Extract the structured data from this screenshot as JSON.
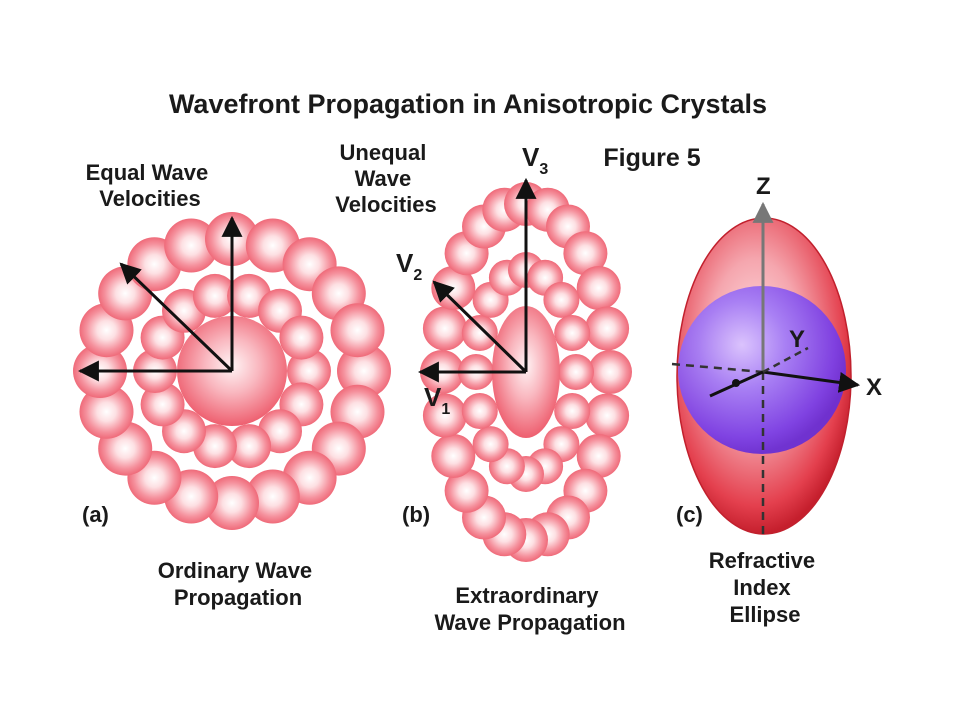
{
  "title": "Wavefront Propagation in Anisotropic Crystals",
  "figure_label": "Figure 5",
  "panel_a": {
    "tag": "(a)",
    "top_label": [
      "Equal Wave",
      "Velocities"
    ],
    "caption": [
      "Ordinary Wave",
      "Propagation"
    ]
  },
  "panel_b": {
    "tag": "(b)",
    "top_label": [
      "Unequal",
      "Wave",
      "Velocities"
    ],
    "caption": [
      "Extraordinary",
      "Wave Propagation"
    ],
    "vectors": [
      {
        "letter": "V",
        "sub": "1"
      },
      {
        "letter": "V",
        "sub": "2"
      },
      {
        "letter": "V",
        "sub": "3"
      }
    ]
  },
  "panel_c": {
    "tag": "(c)",
    "caption": [
      "Refractive",
      "Index",
      "Ellipse"
    ],
    "axes": {
      "x": "X",
      "y": "Y",
      "z": "Z"
    }
  },
  "colors": {
    "wave_pink": "#f27a88",
    "wave_core": "#f25a6a",
    "ellipsoid_red": "#e8323f",
    "sphere_purple": "#8a4ff0",
    "arrow": "#111111"
  }
}
